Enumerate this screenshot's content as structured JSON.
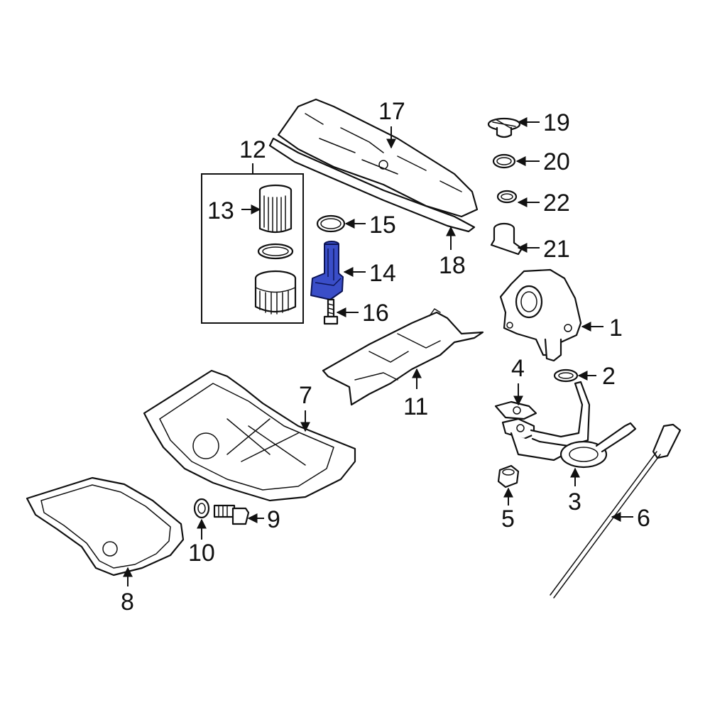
{
  "diagram": {
    "callouts": [
      "1",
      "2",
      "3",
      "4",
      "5",
      "6",
      "7",
      "8",
      "9",
      "10",
      "11",
      "12",
      "13",
      "14",
      "15",
      "16",
      "17",
      "18",
      "19",
      "20",
      "21",
      "22"
    ],
    "highlight_color": "#3a4ec8"
  }
}
